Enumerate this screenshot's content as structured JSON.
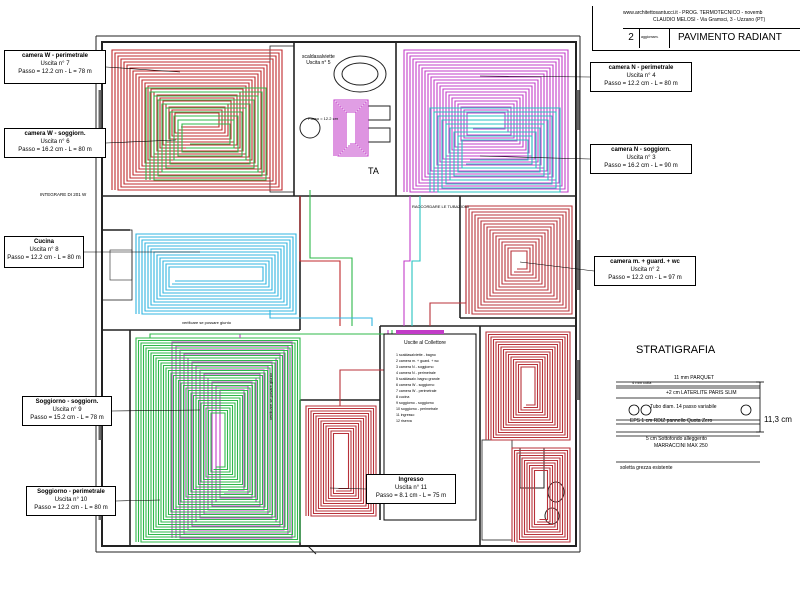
{
  "title_block": {
    "line1": "www.architettosantucci.it  -  PROG. TERMOTECNICO  -  novemb",
    "line2": "CLAUDIO MELOSI  -  Via Gramsci, 3 - Uzzano (PT)",
    "sheet_number": "2",
    "sheet_small": "aggiornam.",
    "drawing_title": "PAVIMENTO RADIANT"
  },
  "circuits": [
    {
      "name": "camera W - perimetrale",
      "outlet": "Uscita  n° 7",
      "spec": "Passo = 12.2 cm - L =  78 m",
      "color": "#c0282c"
    },
    {
      "name": "camera W - soggiorn.",
      "outlet": "Uscita  n° 6",
      "spec": "Passo = 16.2 cm - L =  80 m",
      "color": "#2fb84a"
    },
    {
      "name": "camera N - perimetrale",
      "outlet": "Uscita  n° 4",
      "spec": "Passo = 12.2 cm - L =  80 m",
      "color": "#c23cc8"
    },
    {
      "name": "camera N - soggiorn.",
      "outlet": "Uscita  n° 3",
      "spec": "Passo = 16.2 cm - L =  90 m",
      "color": "#27c3c0"
    },
    {
      "name": "Cucina",
      "outlet": "Uscita  n° 8",
      "spec": "Passo = 12.2 cm - L =  80 m",
      "color": "#30b5e0"
    },
    {
      "name": "camera m. + guard. + wc",
      "outlet": "Uscita  n° 2",
      "spec": "Passo = 12.2 cm - L =  97 m",
      "color": "#b8323a"
    },
    {
      "name": "Soggiorno - soggiorn.",
      "outlet": "Uscita  n° 9",
      "spec": "Passo = 15.2 cm - L =  78 m",
      "color": "#c23cc8"
    },
    {
      "name": "Soggiorno - perimetrale",
      "outlet": "Uscita  n° 10",
      "spec": "Passo = 12.2 cm - L =  80 m",
      "color": "#2fb84a"
    },
    {
      "name": "Ingresso",
      "outlet": "Uscita  n° 11",
      "spec": "Passo = 8.1 cm - L =  75 m",
      "color": "#b8323a"
    }
  ],
  "bath": {
    "name": "scaldasalviette",
    "outlet": "Uscita  n° 5",
    "passo": "Passo = 12.2 cm"
  },
  "notes": {
    "integrate": "INTEGRARE DI 201 W",
    "ta": "TA",
    "raccordare": "RACCORDARE LE TUBAZIONI",
    "verify1": "verificare se possare giunto",
    "verify2": "verificare se posare giunto",
    "collector_title": "Uscite al Collettore",
    "collector_lines": [
      "1  scaldasalviette - bagno",
      "2  camera m. + guard. + wc",
      "3  camera N - soggiorno",
      "4  camera N - perimetrale",
      "5  scaldasalv. bagno grande",
      "6  camera W - soggiorno",
      "7  camera W - perimetrale",
      "8  cucina",
      "9  soggiorno - soggiorno",
      "10 soggiorno - perimetrale",
      "11 ingresso",
      "12 riserva"
    ]
  },
  "stratigrafia": {
    "title": "STRATIGRAFIA",
    "layers": [
      "11 mm  PARQUET",
      "4 mm colla",
      "+2 cm LATERLITE PARIS SLIM",
      "Tubo diam. 14 passo variabile",
      "EPS     1 cm  RDIZ pannello Quota Zero",
      "5 cm  Sottofondo alleggerito",
      "MARRACCINI MAX 250",
      "soletta grezza esistente"
    ],
    "total": "11,3 cm"
  }
}
